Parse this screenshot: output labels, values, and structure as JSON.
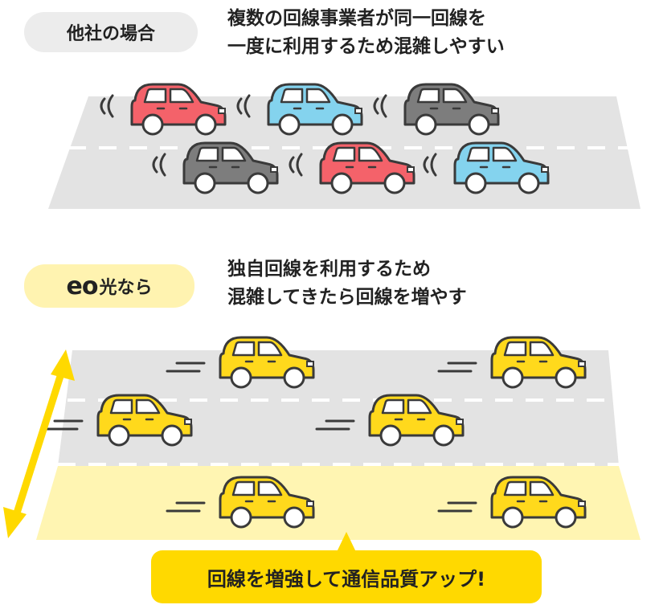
{
  "others": {
    "label": "他社の場合",
    "description": [
      "複数の回線事業者が同一回線を",
      "一度に利用するため混雑しやすい"
    ],
    "cars": [
      {
        "row": 1,
        "col": 1,
        "color": "#f4626a"
      },
      {
        "row": 1,
        "col": 2,
        "color": "#84d3ee"
      },
      {
        "row": 1,
        "col": 3,
        "color": "#7d7d7d"
      },
      {
        "row": 2,
        "col": 1,
        "color": "#7d7d7d"
      },
      {
        "row": 2,
        "col": 2,
        "color": "#f4626a"
      },
      {
        "row": 2,
        "col": 3,
        "color": "#84d3ee"
      }
    ]
  },
  "eo": {
    "label_brand": "eo",
    "label_rest": "光なら",
    "description": [
      "独自回線を利用するため",
      "混雑してきたら回線を増やす"
    ],
    "car_color": "#ffd91c",
    "added_lane_color": "#fff5b2",
    "arrow_color": "#ffd900"
  },
  "callout": "回線を増強して通信品質アップ!",
  "colors": {
    "road": "#e3e3e3",
    "outline": "#3a3a3a",
    "window": "#ffffff",
    "pill_gray": "#ececec",
    "pill_yellow": "#fff3b0"
  }
}
